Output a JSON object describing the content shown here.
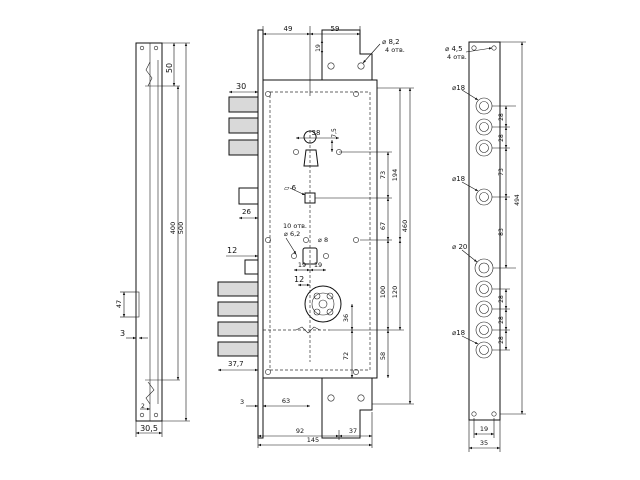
{
  "side_view": {
    "dims": {
      "top": "50",
      "inner_height": "400",
      "outer_height": "500",
      "slot": "47",
      "edge": "3",
      "width": "30,5",
      "bend": "2"
    }
  },
  "front_view": {
    "dims": {
      "top_left": "49",
      "top_right": "59",
      "top_small": "19",
      "hole": "8,2",
      "hole_count": "4 отв.",
      "bolt_width": "30",
      "cyl_span": "38",
      "cyl_offset": "7,5",
      "square": "6",
      "bolt_depth": "26",
      "holes_label": "10 отв.",
      "holes_dia": "6,2",
      "pin": "8",
      "pin_left": "19",
      "pin_right": "19",
      "spindle_off": "12",
      "left_off": "12",
      "rose_off": "36",
      "lower": "72",
      "latch_depth": "37,7",
      "plate_off": "3",
      "plate_width": "63",
      "span_92": "92",
      "span_37": "37",
      "total_width": "145",
      "v_73": "73",
      "v_194": "194",
      "v_67": "67",
      "v_460": "460",
      "v_100": "100",
      "v_120": "120",
      "v_58": "58"
    }
  },
  "strike_view": {
    "dims": {
      "hole_small": "4,5",
      "hole_small_count": "4 отв.",
      "d18_a": "18",
      "d18_b": "18",
      "d20": "20",
      "d18_c": "18",
      "s28_a": "28",
      "s28_b": "28",
      "s73": "73",
      "s83": "83",
      "s28_c": "28",
      "s28_d": "28",
      "s28_e": "28",
      "total": "494",
      "w19": "19",
      "w35": "35"
    }
  }
}
